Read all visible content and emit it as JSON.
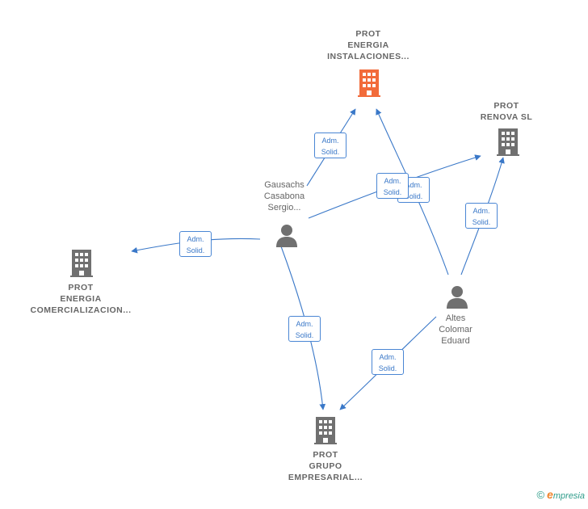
{
  "nodes": {
    "prot_energia_instalaciones": {
      "label": "PROT\nENERGIA\nINSTALACIONES...",
      "type": "company",
      "color": "#f26b3a"
    },
    "prot_renova": {
      "label": "PROT\nRENOVA  SL",
      "type": "company",
      "color": "#707070"
    },
    "prot_energia_comercializacion": {
      "label": "PROT\nENERGIA\nCOMERCIALIZACION...",
      "type": "company",
      "color": "#707070"
    },
    "prot_grupo_empresarial": {
      "label": "PROT\nGRUPO\nEMPRESARIAL...",
      "type": "company",
      "color": "#707070"
    },
    "gausachs": {
      "label": "Gausachs\nCasabona\nSergio...",
      "type": "person",
      "color": "#707070"
    },
    "altes": {
      "label": "Altes\nColomar\nEduard",
      "type": "person",
      "color": "#707070"
    }
  },
  "edges": [
    {
      "from": "gausachs",
      "to": "prot_energia_instalaciones",
      "label_line1": "Adm.",
      "label_line2": "Solid."
    },
    {
      "from": "gausachs",
      "to": "prot_renova",
      "label_line1": "Adm.",
      "label_line2": "Solid."
    },
    {
      "from": "gausachs",
      "to": "prot_energia_comercializacion",
      "label_line1": "Adm.",
      "label_line2": "Solid."
    },
    {
      "from": "gausachs",
      "to": "prot_grupo_empresarial",
      "label_line1": "Adm.",
      "label_line2": "Solid."
    },
    {
      "from": "altes",
      "to": "prot_energia_instalaciones",
      "label_line1": "Adm.",
      "label_line2": "Solid."
    },
    {
      "from": "altes",
      "to": "prot_renova",
      "label_line1": "Adm.",
      "label_line2": "Solid."
    },
    {
      "from": "altes",
      "to": "prot_grupo_empresarial",
      "label_line1": "Adm.",
      "label_line2": "Solid."
    }
  ],
  "credit": {
    "copyright": "©",
    "brand_initial": "e",
    "brand_rest": "mpresia"
  },
  "colors": {
    "edge": "#3a78c8",
    "highlight": "#f26b3a",
    "node": "#707070"
  }
}
